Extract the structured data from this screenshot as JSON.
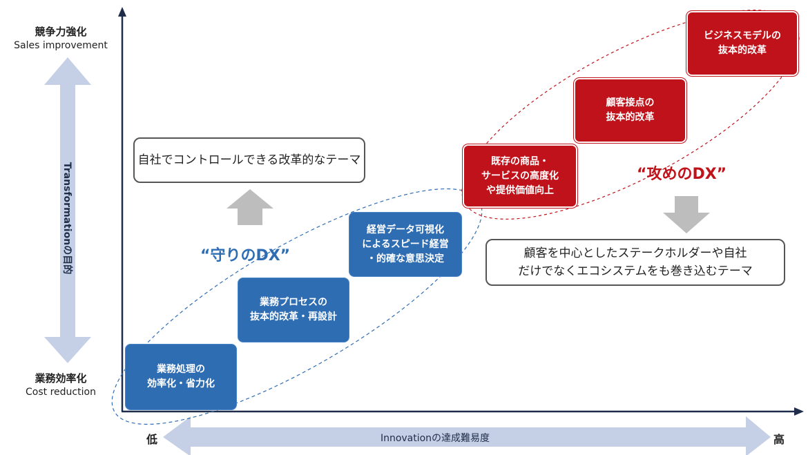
{
  "y_axis": {
    "top_label_jp": "競争力強化",
    "top_label_en": "Sales improvement",
    "bottom_label_jp": "業務効率化",
    "bottom_label_en": "Cost reduction",
    "arrow_label": "Transformationの目的"
  },
  "x_axis": {
    "low_label": "低",
    "high_label": "高",
    "arrow_label": "Innovationの達成難易度"
  },
  "defensive": {
    "label": "“守りのDX”",
    "steps": [
      "業務処理の\n効率化・省力化",
      "業務プロセスの\n抜本的改革・再設計",
      "経営データ可視化\nによるスピード経営\n・的確な意思決定"
    ],
    "theme": "自社でコントロールできる改革的なテーマ"
  },
  "offensive": {
    "label": "“攻めのDX”",
    "steps": [
      "既存の商品・\nサービスの高度化\nや提供価値向上",
      "顧客接点の\n抜本的改革",
      "ビジネスモデルの\n抜本的改革"
    ],
    "theme": "顧客を中心としたステークホルダーや自社\nだけでなくエコシステムをも巻き込むテーマ"
  },
  "colors": {
    "axis": "#1f2d4a",
    "arrow_fill": "#c5d0e6",
    "blue_box": "#2f6db3",
    "red_box": "#c0121a",
    "blue_text": "#2f6db3",
    "red_text": "#c0121a",
    "gray_arrow": "#bdbdbd"
  }
}
